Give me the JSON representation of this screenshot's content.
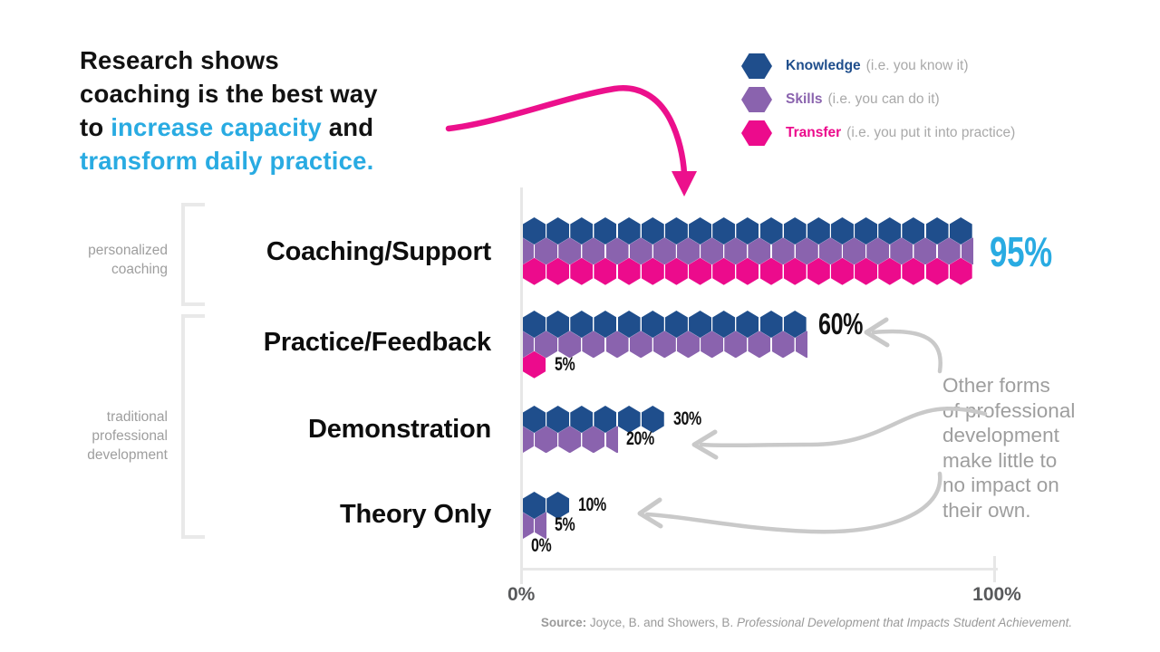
{
  "title": {
    "line1": "Research shows",
    "line2": "coaching is the best way",
    "line3a": "to ",
    "line3b": "increase capacity",
    "line3c": " and",
    "line4": "transform daily practice.",
    "accent_color": "#29abe2",
    "text_color": "#121212"
  },
  "legend": {
    "items": [
      {
        "name": "Knowledge",
        "desc": "(i.e. you know it)",
        "color": "#1f4e8c"
      },
      {
        "name": "Skills",
        "desc": "(i.e. you can do it)",
        "color": "#8a63ae"
      },
      {
        "name": "Transfer",
        "desc": "(i.e. you put it into practice)",
        "color": "#ec0b8c"
      }
    ]
  },
  "side_groups": {
    "personalized": "personalized\ncoaching",
    "traditional": "traditional\nprofessional\ndevelopment"
  },
  "annotation": {
    "text": "Other forms\nof professional\ndevelopment\nmake little to\nno impact on\ntheir own."
  },
  "axis": {
    "min": "0%",
    "max": "100%"
  },
  "source": {
    "prefix": "Source:",
    "authors": " Joyce, B. and Showers, B. ",
    "work_title": "Professional Development that Impacts Student Achievement."
  },
  "chart_data": {
    "type": "bar",
    "subtype": "hexagon-pictogram",
    "percent_per_hex": 5,
    "xlim": [
      0,
      100
    ],
    "x_tick_labels": [
      "0%",
      "100%"
    ],
    "legend_position": "top-right",
    "series_names": [
      "Knowledge",
      "Skills",
      "Transfer"
    ],
    "series_colors": [
      "#1f4e8c",
      "#8a63ae",
      "#ec0b8c"
    ],
    "categories": [
      "Coaching/Support",
      "Practice/Feedback",
      "Demonstration",
      "Theory Only"
    ],
    "rows": [
      {
        "category": "Coaching/Support",
        "values": [
          95,
          95,
          95
        ],
        "labels": [
          {
            "text": "95%",
            "series": 0,
            "style": "big"
          }
        ]
      },
      {
        "category": "Practice/Feedback",
        "values": [
          60,
          60,
          5
        ],
        "labels": [
          {
            "text": "60%",
            "series": 0,
            "style": "medium"
          },
          {
            "text": "5%",
            "series": 2,
            "style": "small"
          }
        ]
      },
      {
        "category": "Demonstration",
        "values": [
          30,
          20,
          0
        ],
        "labels": [
          {
            "text": "30%",
            "series": 0,
            "style": "small"
          },
          {
            "text": "20%",
            "series": 1,
            "style": "small"
          }
        ]
      },
      {
        "category": "Theory Only",
        "values": [
          10,
          5,
          0
        ],
        "labels": [
          {
            "text": "10%",
            "series": 0,
            "style": "small"
          },
          {
            "text": "5%",
            "series": 1,
            "style": "small"
          },
          {
            "text": "0%",
            "series": 2,
            "style": "small"
          }
        ]
      }
    ]
  }
}
